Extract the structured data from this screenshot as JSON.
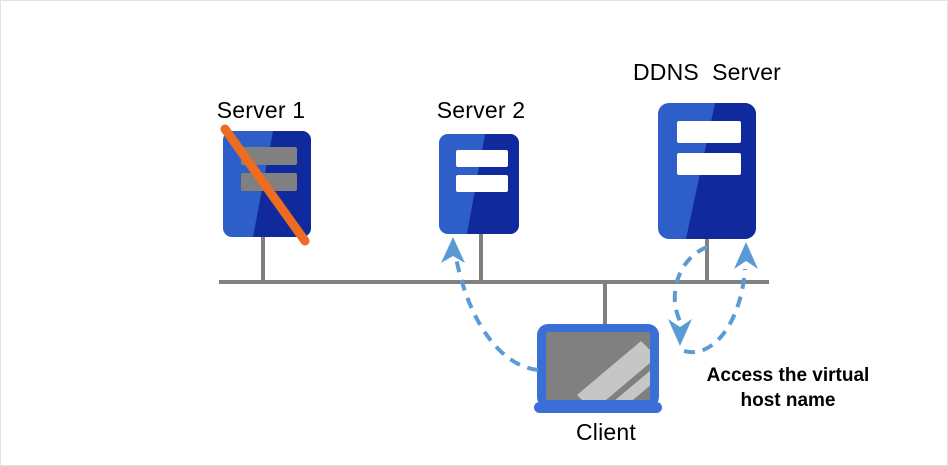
{
  "diagram": {
    "type": "network-topology",
    "background_color": "#ffffff",
    "border_color": "#e2e2e2",
    "bus_line_color": "#808080",
    "link_color": "#5b9bd5",
    "nodes": [
      {
        "id": "server1",
        "label": "Server 1",
        "kind": "server",
        "state": "disabled",
        "body_color": "#2e5fc9",
        "body_shade_color": "#102a9e",
        "slot_color": "#808080",
        "strike_color": "#ed6c1f"
      },
      {
        "id": "server2",
        "label": "Server 2",
        "kind": "server",
        "state": "active",
        "body_color": "#2e5fc9",
        "body_shade_color": "#102a9e",
        "slot_color": "#ffffff"
      },
      {
        "id": "ddns",
        "label": "DDNS  Server",
        "kind": "server",
        "state": "active",
        "body_color": "#2e5fc9",
        "body_shade_color": "#102a9e",
        "slot_color": "#ffffff"
      },
      {
        "id": "client",
        "label": "Client",
        "kind": "laptop",
        "bezel_color": "#3a6fd8",
        "screen_color": "#808080",
        "glare_color": "#c6c6c6"
      }
    ],
    "connections": [
      {
        "id": "client-to-server2",
        "from": "client",
        "to": "server2",
        "style": "dashed-curved",
        "direction": "one-way"
      },
      {
        "id": "client-to-ddns",
        "from": "client",
        "to": "ddns",
        "style": "dashed-curved",
        "direction": "two-way"
      }
    ],
    "annotation": "Access the virtual\nhost name"
  }
}
